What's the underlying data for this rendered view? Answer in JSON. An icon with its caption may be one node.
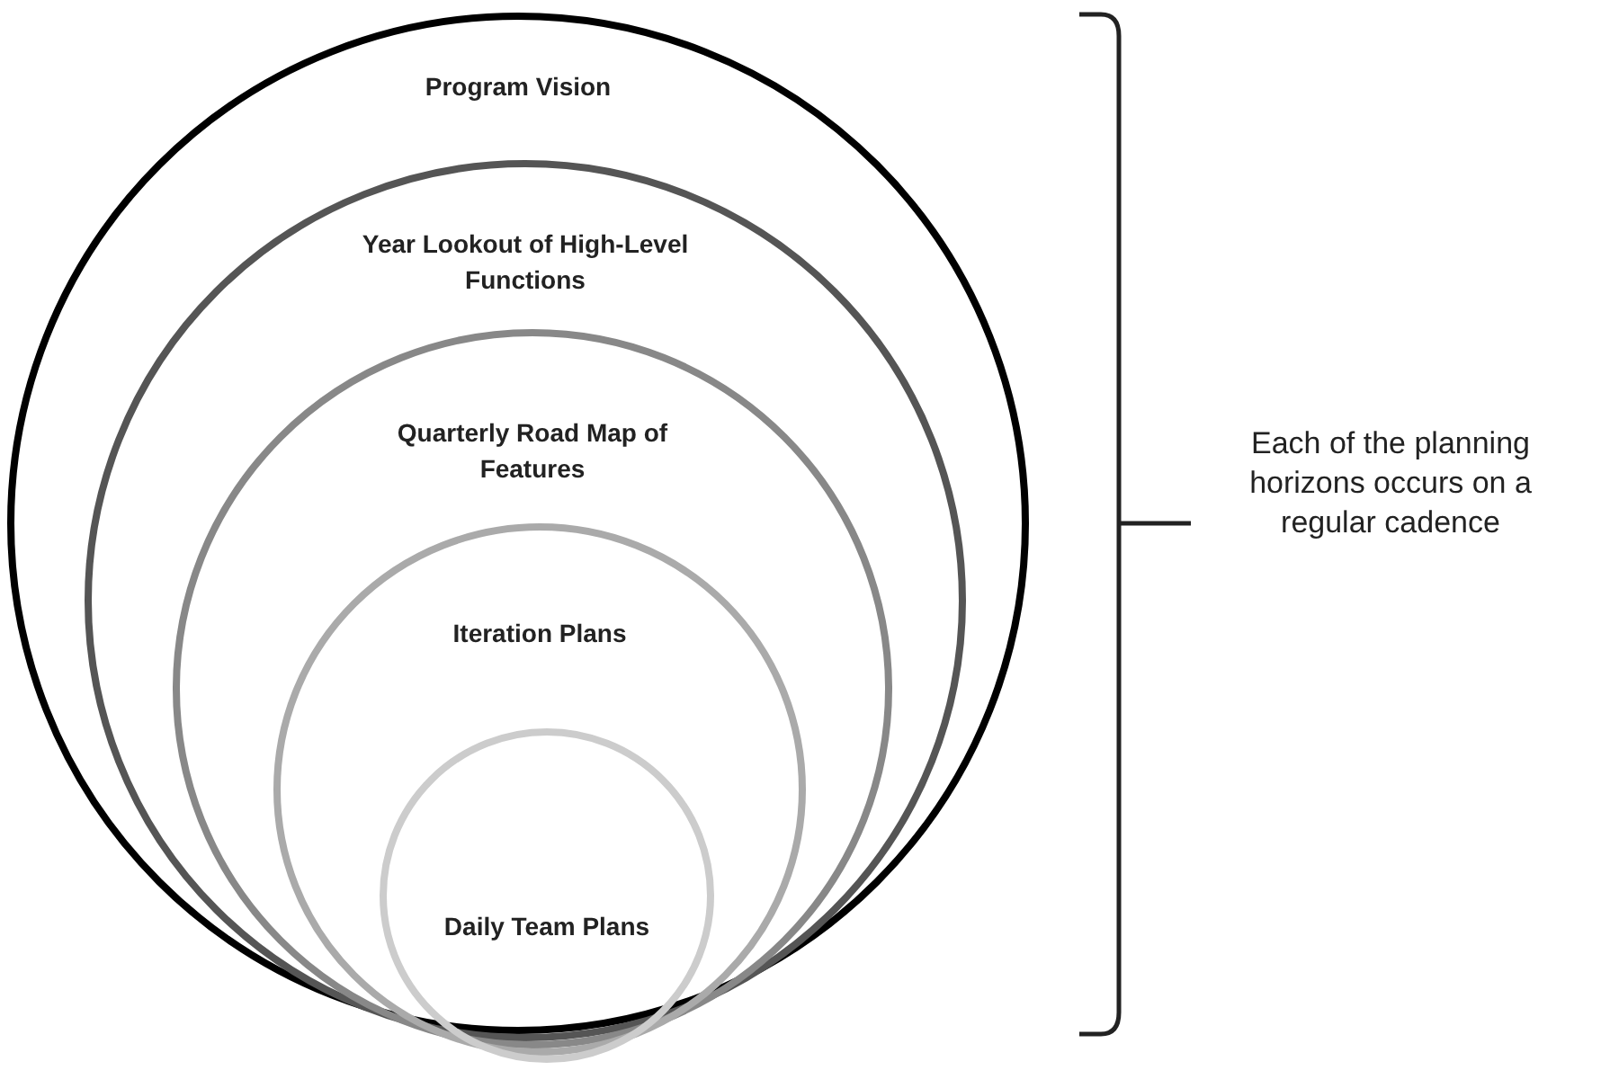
{
  "diagram": {
    "nodes": [
      {
        "text": [
          "Program Vision"
        ]
      },
      {
        "text": [
          "Year Lookout of High-Level Functions"
        ],
        "in": 0
      },
      {
        "text": [
          "Quarterly Road Map of Features"
        ],
        "in": 1
      },
      {
        "text": [
          "Iteration Plans"
        ],
        "in": 2
      },
      {
        "text": [
          "Daily Team Plans"
        ],
        "in": 3
      }
    ],
    "labels": [
      "Each of the planning horizons occurs on a regular cadence"
    ]
  }
}
